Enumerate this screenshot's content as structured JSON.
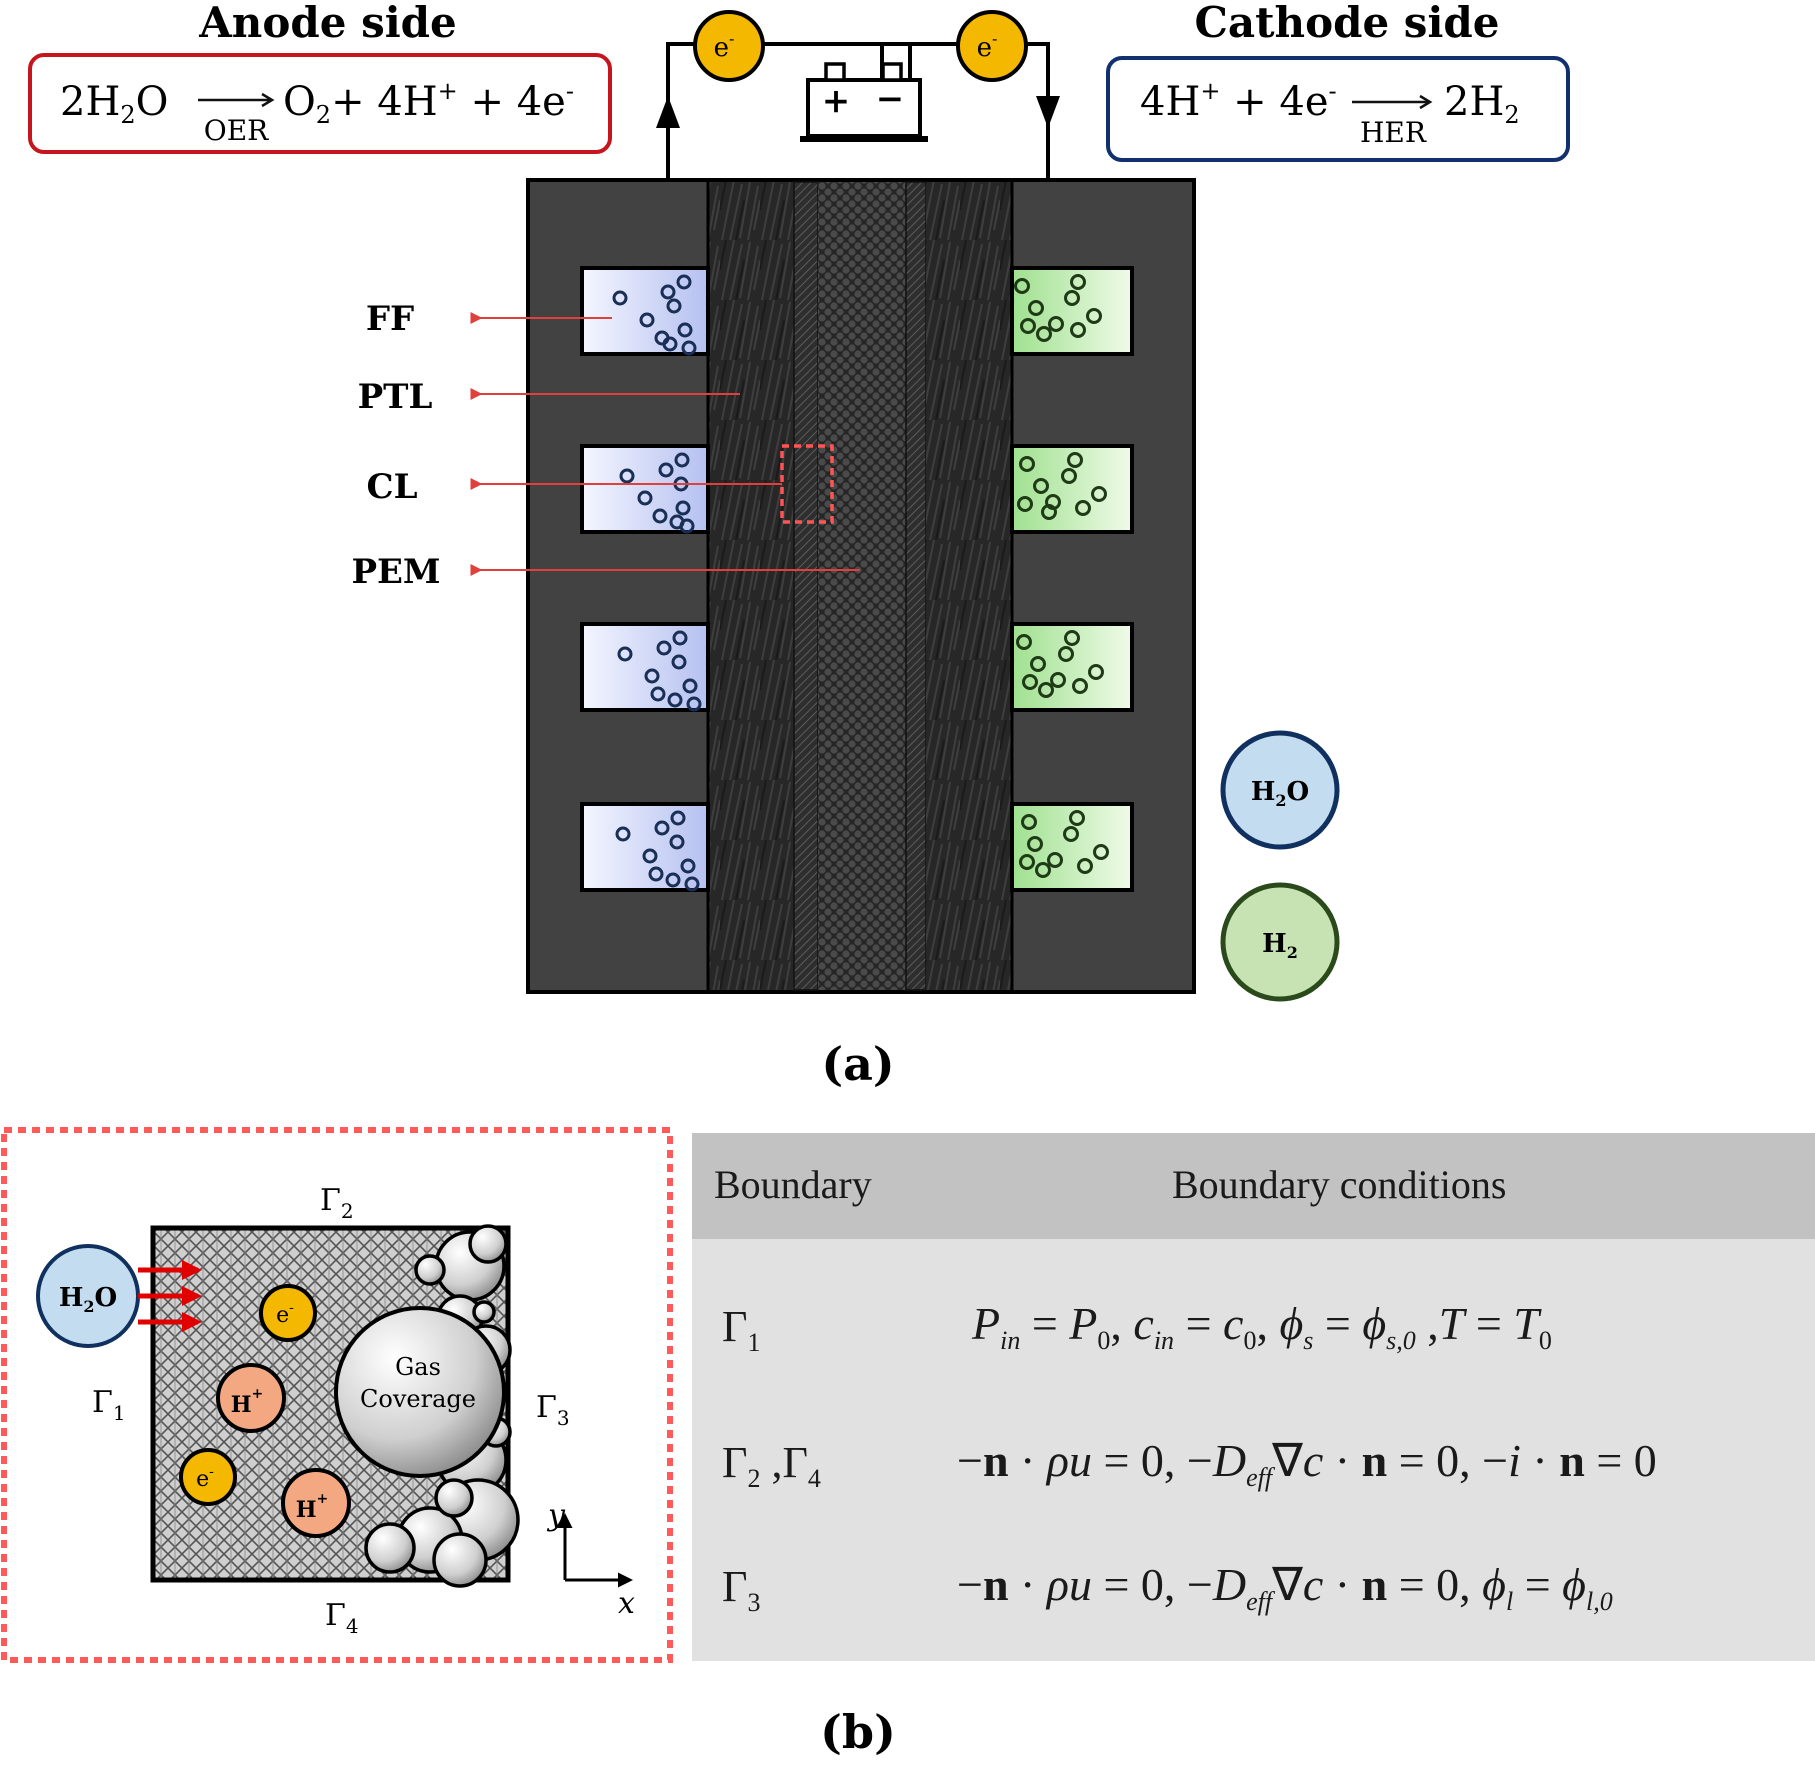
{
  "anode": {
    "title": "Anode side",
    "eq_left": "2H",
    "eq_sub": "2",
    "eq_mid": "O",
    "eq_right": "O",
    "eq_right_sub": "2",
    "eq_right_tail": "+ 4H",
    "eq_plus": "+",
    "eq_end": " + 4e",
    "eq_minus": "-",
    "reaction_label": "OER",
    "color": "#c4161c"
  },
  "cathode": {
    "title": "Cathode side",
    "eq_left": "4H",
    "eq_plus": "+",
    "eq_mid": " + 4e",
    "eq_minus": "-",
    "eq_right": "2H",
    "eq_right_sub": "2",
    "reaction_label": "HER",
    "color": "#10306e"
  },
  "circuit": {
    "electron_label": "e",
    "electron_sup": "-",
    "electron_color": "#f5b800",
    "battery_plus": "+",
    "battery_minus": "−"
  },
  "layers": {
    "ff": "FF",
    "ptl": "PTL",
    "cl": "CL",
    "pem": "PEM"
  },
  "legend": {
    "water": "H",
    "water_sub": "2",
    "water_tail": "O",
    "water_color": "#c3dcf0",
    "hydrogen": "H",
    "hydrogen_sub": "2",
    "hydrogen_color": "#c7e3b4"
  },
  "panel_a_label": "(a)",
  "panel_b_label": "(b)",
  "domain": {
    "gamma": "Γ",
    "g1": "1",
    "g2": "2",
    "g3": "3",
    "g4": "4",
    "water": "H",
    "water_sub": "2",
    "water_tail": "O",
    "electron": "e",
    "electron_sup": "-",
    "proton": "H",
    "proton_sup": "+",
    "gas_line1": "Gas",
    "gas_line2": "Coverage",
    "axis_x": "x",
    "axis_y": "y"
  },
  "table": {
    "col1": "Boundary",
    "col2": "Boundary conditions",
    "rows": [
      {
        "name": "Γ",
        "sub": "1"
      },
      {
        "name": "Γ",
        "sub": "2",
        "name2": " ,Γ",
        "sub2": "4"
      },
      {
        "name": "Γ",
        "sub": "3"
      }
    ]
  }
}
